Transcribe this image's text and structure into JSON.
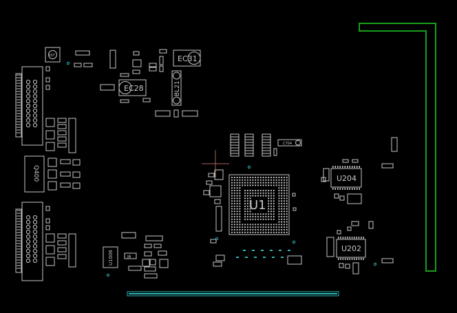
{
  "app": {
    "background": "#000000",
    "silk_color": "#c8c8c8",
    "accent_color": "#2fb6b6",
    "edge_color": "#1aa01a",
    "cursor_color": "#b06060"
  },
  "refdes": {
    "u1": "U1",
    "u204": "U204",
    "u202": "U202",
    "ec31": "EC31",
    "ec28": "EC28",
    "bl21": "BL21",
    "u1006": "U1006",
    "j6": "J6",
    "c704": "C704",
    "q400": "Q400",
    "cursor_label": "RST"
  }
}
